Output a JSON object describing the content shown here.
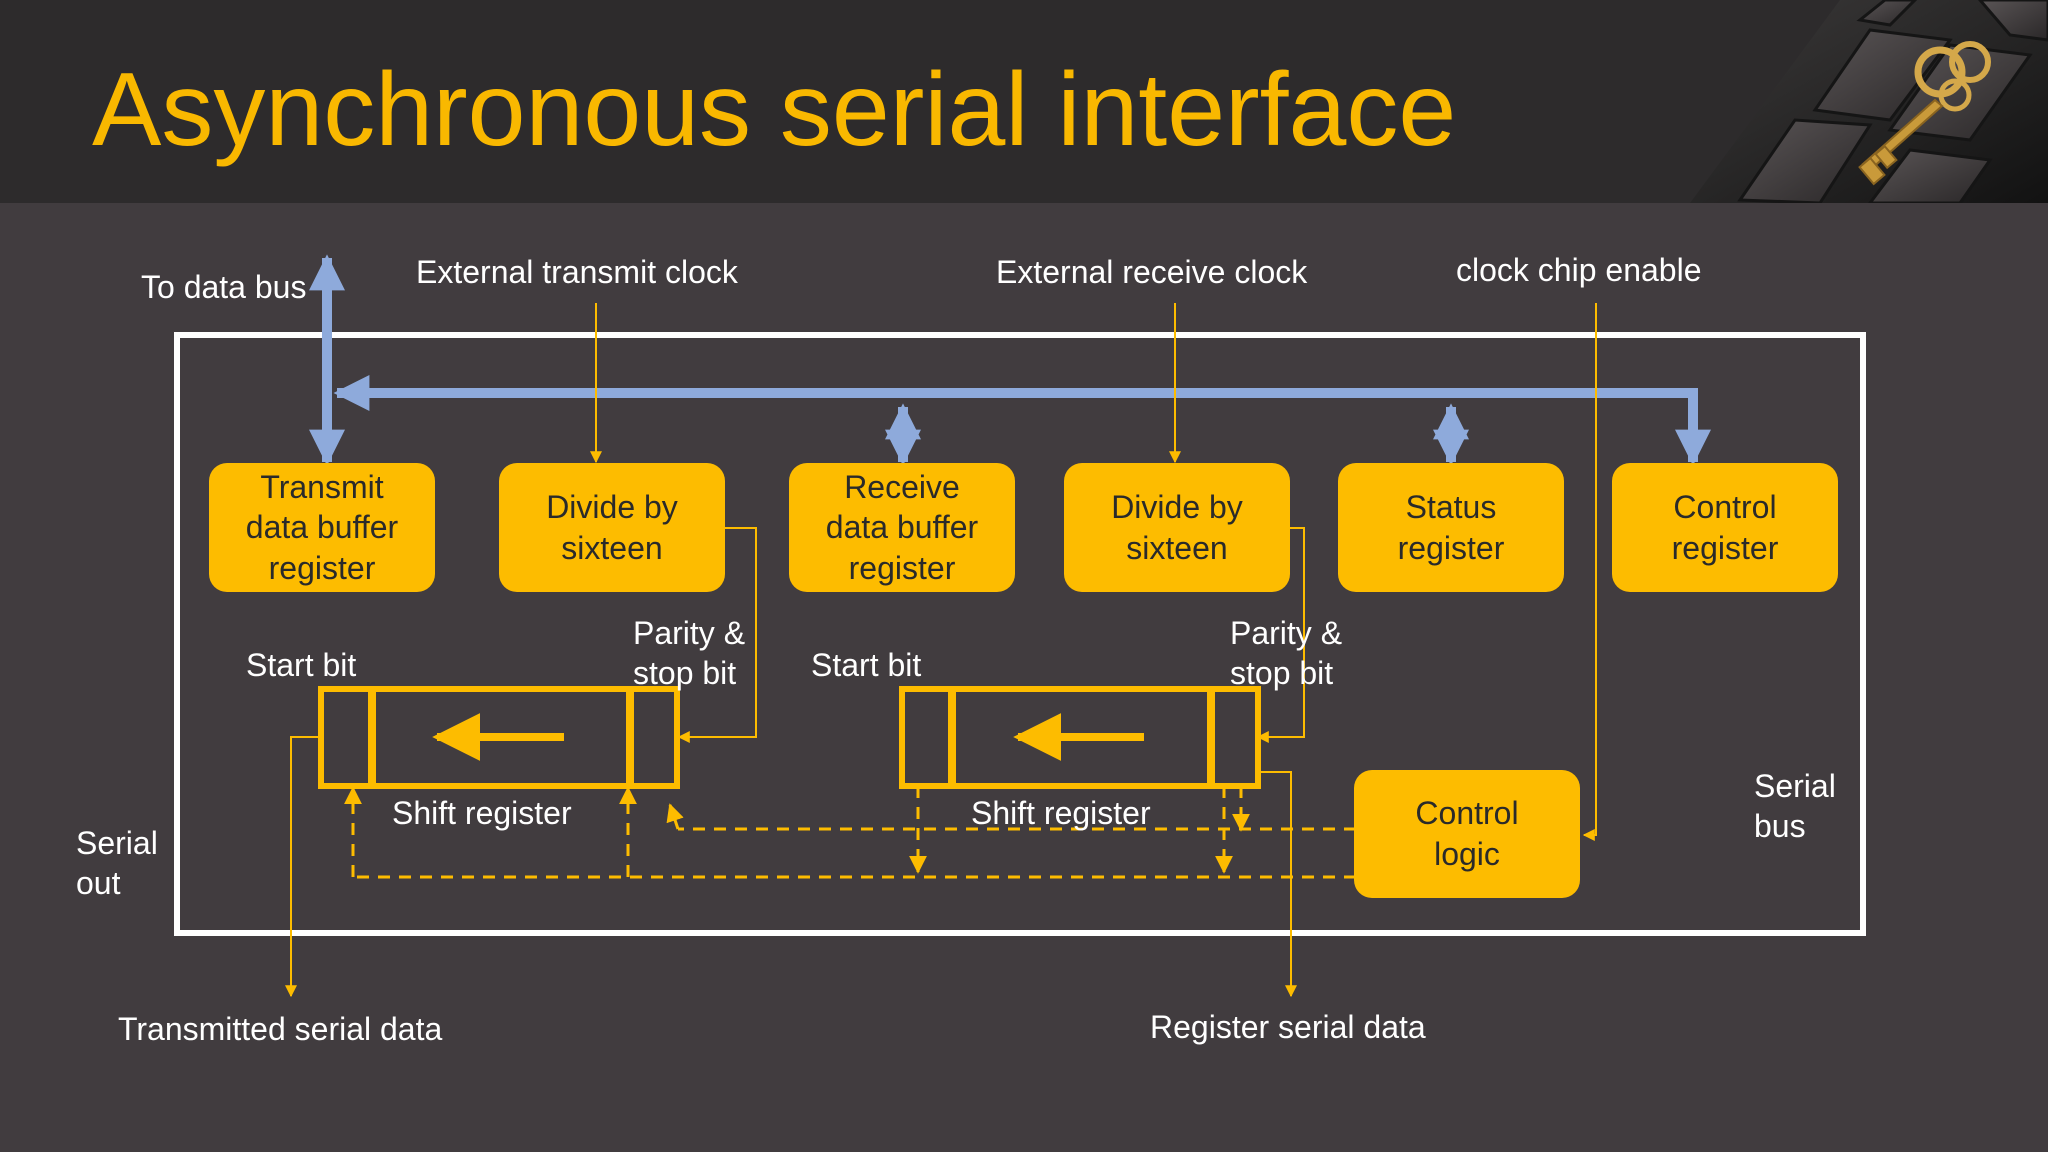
{
  "title": "Asynchronous serial interface",
  "labels": {
    "to_data_bus": "To data bus",
    "ext_transmit_clock": "External transmit clock",
    "ext_receive_clock": "External receive clock",
    "clock_chip_enable": "clock chip enable",
    "start_bit_tx": "Start bit",
    "start_bit_rx": "Start bit",
    "parity_stop_tx": "Parity &\nstop bit",
    "parity_stop_rx": "Parity &\nstop bit",
    "shift_register_tx": "Shift register",
    "shift_register_rx": "Shift register",
    "serial_out": "Serial\nout",
    "serial_bus": "Serial\nbus",
    "transmitted_serial_data": "Transmitted serial data",
    "register_serial_data": "Register serial data"
  },
  "blocks": {
    "transmit_buffer": "Transmit\ndata buffer\nregister",
    "divide_tx": "Divide by\nsixteen",
    "receive_buffer": "Receive\ndata buffer\nregister",
    "divide_rx": "Divide by\nsixteen",
    "status": "Status\nregister",
    "control_register": "Control\nregister",
    "control_logic": "Control\nlogic"
  },
  "colors": {
    "accent": "#fdbc00",
    "title": "#f9b800",
    "bus": "#8eaadb",
    "frame": "#ffffff",
    "background": "#413c3f",
    "header": "#2d2b2c"
  }
}
